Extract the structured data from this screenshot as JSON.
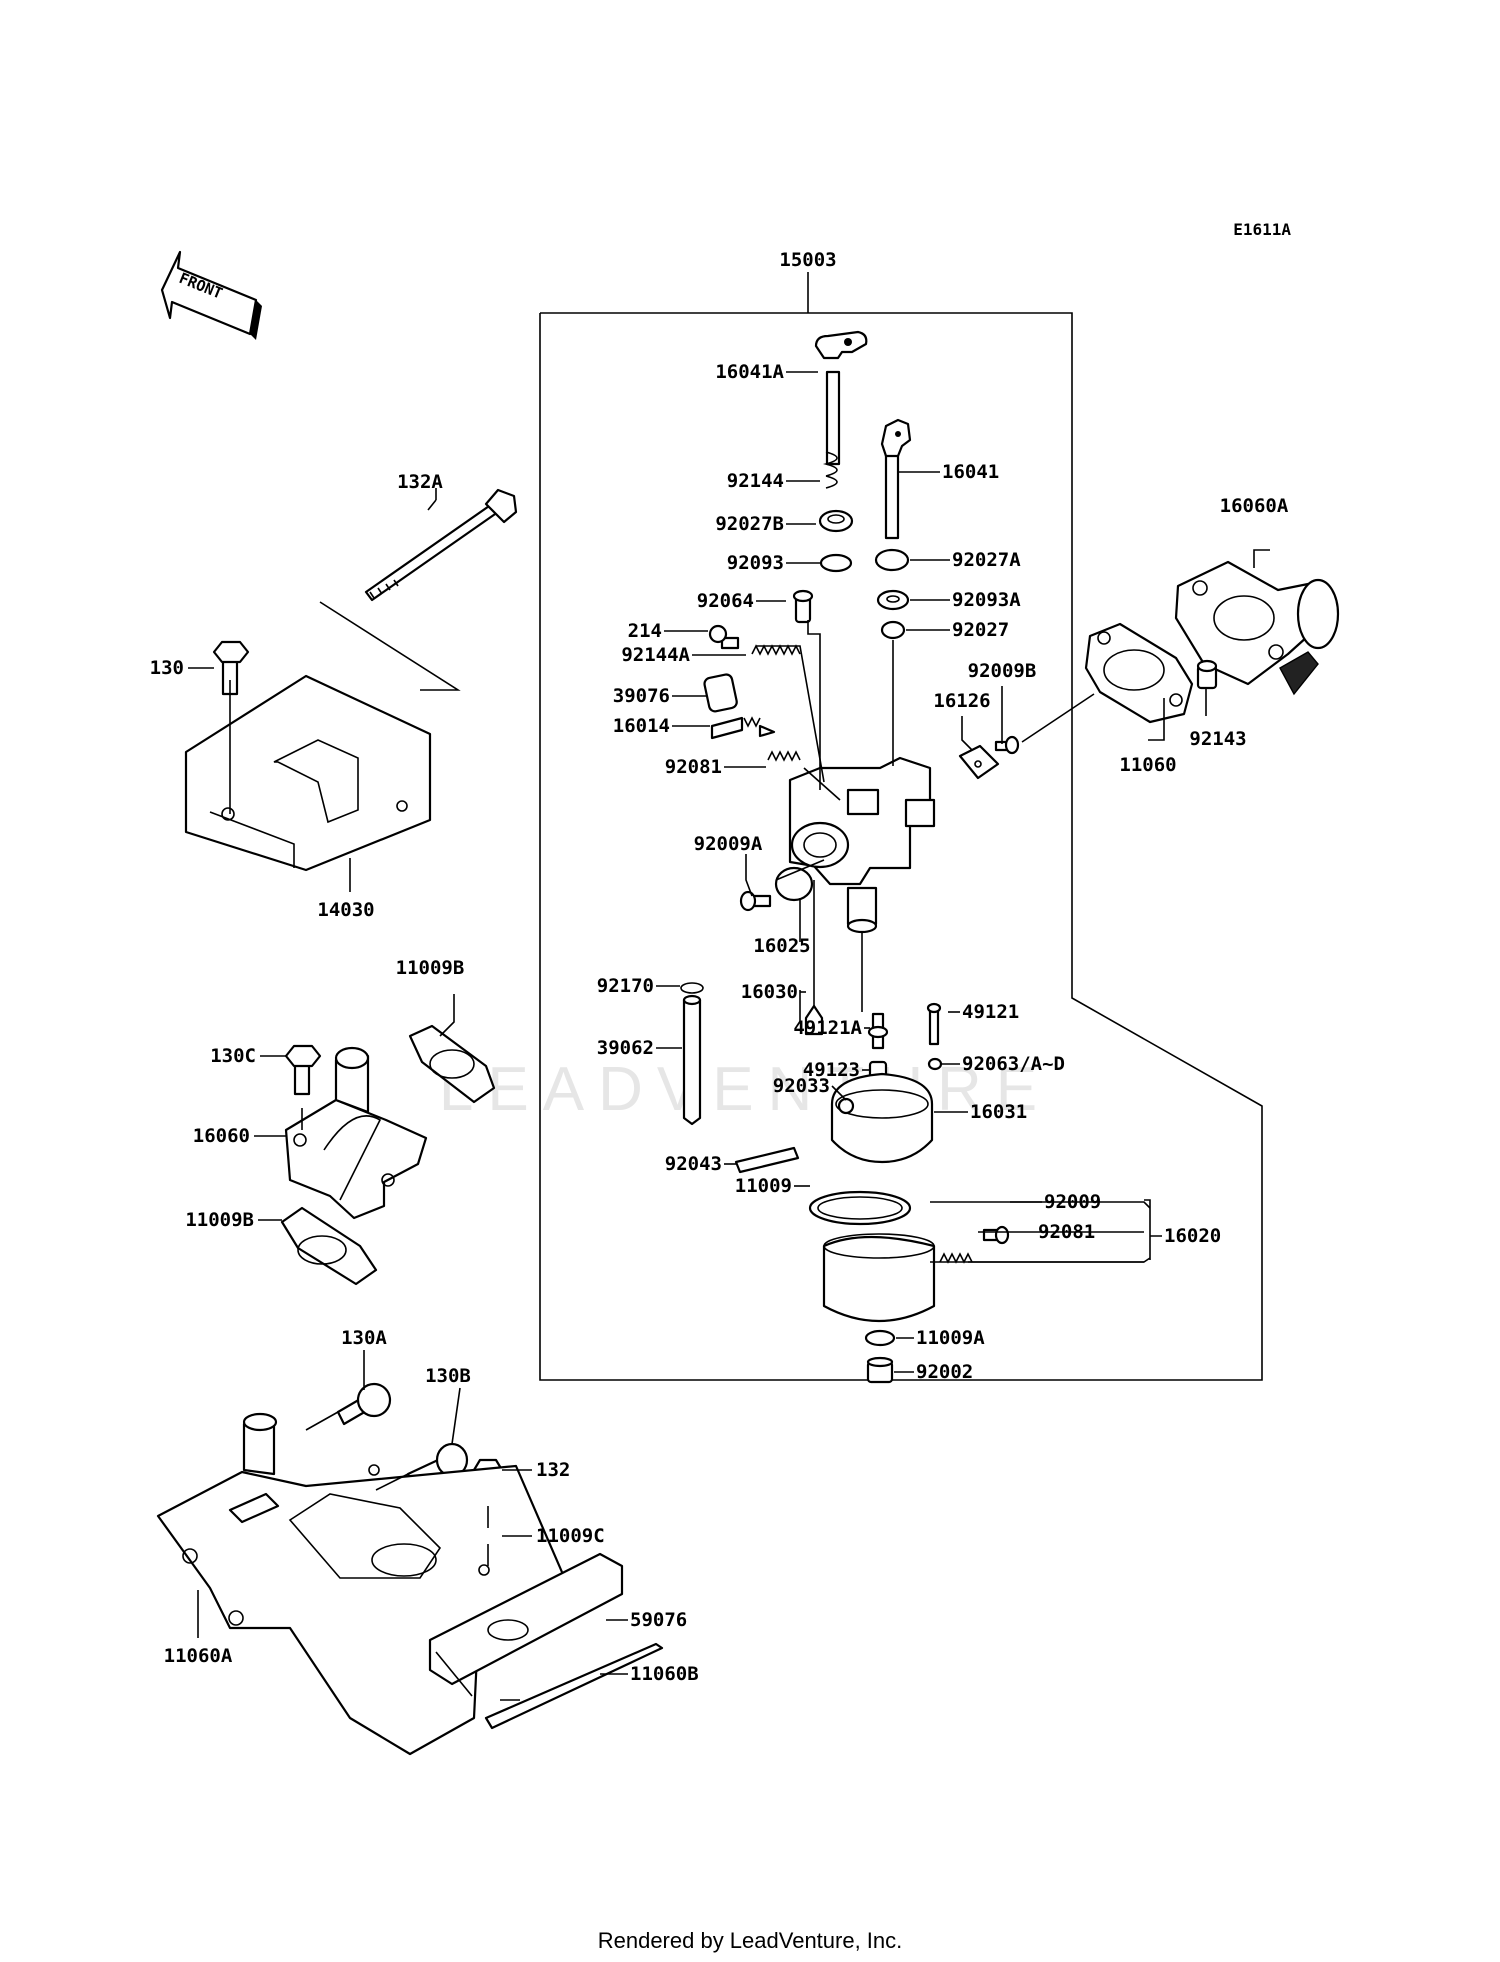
{
  "diagram_code": "E1611A",
  "front_label": "FRONT",
  "footer": "Rendered by LeadVenture, Inc.",
  "watermark": "LEADVENTURE",
  "labels": {
    "l15003": "15003",
    "l16041A": "16041A",
    "l16041": "16041",
    "l92144": "92144",
    "l92027B": "92027B",
    "l92093": "92093",
    "l92027A": "92027A",
    "l92064": "92064",
    "l92093A": "92093A",
    "l214": "214",
    "l92027": "92027",
    "l92144A": "92144A",
    "l92009B": "92009B",
    "l39076": "39076",
    "l16126": "16126",
    "l16014": "16014",
    "l92081a": "92081",
    "l92009A": "92009A",
    "l16025": "16025",
    "l92170": "92170",
    "l16030": "16030",
    "l49121": "49121",
    "l49121A": "49121A",
    "l39062": "39062",
    "l49123": "49123",
    "l92063": "92063/A~D",
    "l92033": "92033",
    "l16031": "16031",
    "l92043": "92043",
    "l11009": "11009",
    "l92009": "92009",
    "l92081b": "92081",
    "l16020": "16020",
    "l11009A": "11009A",
    "l92002": "92002",
    "l16060A": "16060A",
    "l11060": "11060",
    "l92143": "92143",
    "l132A": "132A",
    "l130": "130",
    "l14030": "14030",
    "l11009B_top": "11009B",
    "l130C": "130C",
    "l16060": "16060",
    "l11009B_bot": "11009B",
    "l130A": "130A",
    "l130B": "130B",
    "l132": "132",
    "l11009C": "11009C",
    "l59076": "59076",
    "l11060A": "11060A",
    "l11060B": "11060B"
  }
}
